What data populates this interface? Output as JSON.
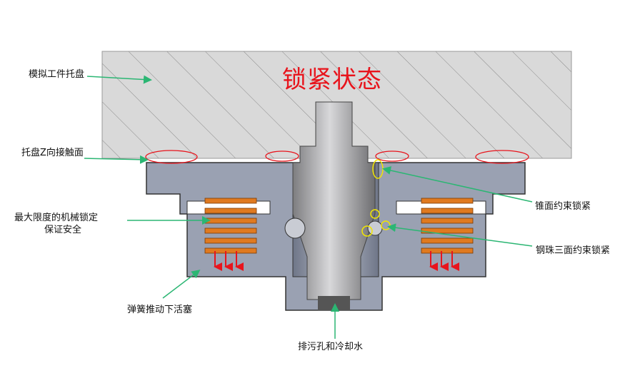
{
  "title": "锁紧状态",
  "labels": {
    "pallet": "模拟工件托盘",
    "z_contact": "托盘Z向接触面",
    "mech_lock_1": "最大限度的机械锁定",
    "mech_lock_2": "保证安全",
    "spring": "弹簧推动下活塞",
    "drain": "排污孔和冷却水",
    "cone": "锥面约束锁紧",
    "ball": "钢珠三面约束锁紧"
  },
  "colors": {
    "title": "#e8141c",
    "arrow": "#2bb673",
    "pallet": "#d9d9d9",
    "body": "#8e96a8",
    "spring": "#e07a1f",
    "highlight_red": "#e8141c",
    "highlight_yellow": "#f2e600"
  }
}
